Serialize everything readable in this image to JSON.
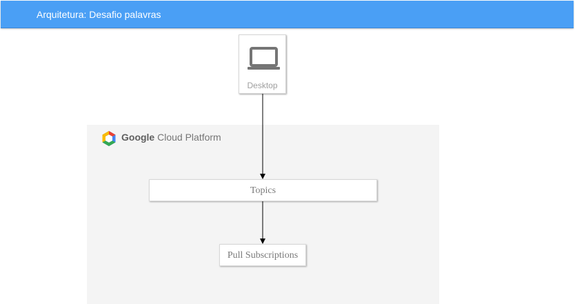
{
  "header": {
    "title": "Arquitetura: Desafio palavras",
    "color": "#4a9ff5"
  },
  "gcp_zone": {
    "brand": "Google",
    "label": "Cloud Platform",
    "logo_icon": "google-cloud-platform-hexagon-icon"
  },
  "nodes": {
    "desktop": {
      "label": "Desktop",
      "icon": "laptop-icon"
    },
    "topics": {
      "label": "Topics"
    },
    "pull_subscriptions": {
      "label": "Pull Subscriptions"
    }
  },
  "edges": [
    {
      "from": "Desktop",
      "to": "Topics"
    },
    {
      "from": "Topics",
      "to": "Pull Subscriptions"
    }
  ]
}
